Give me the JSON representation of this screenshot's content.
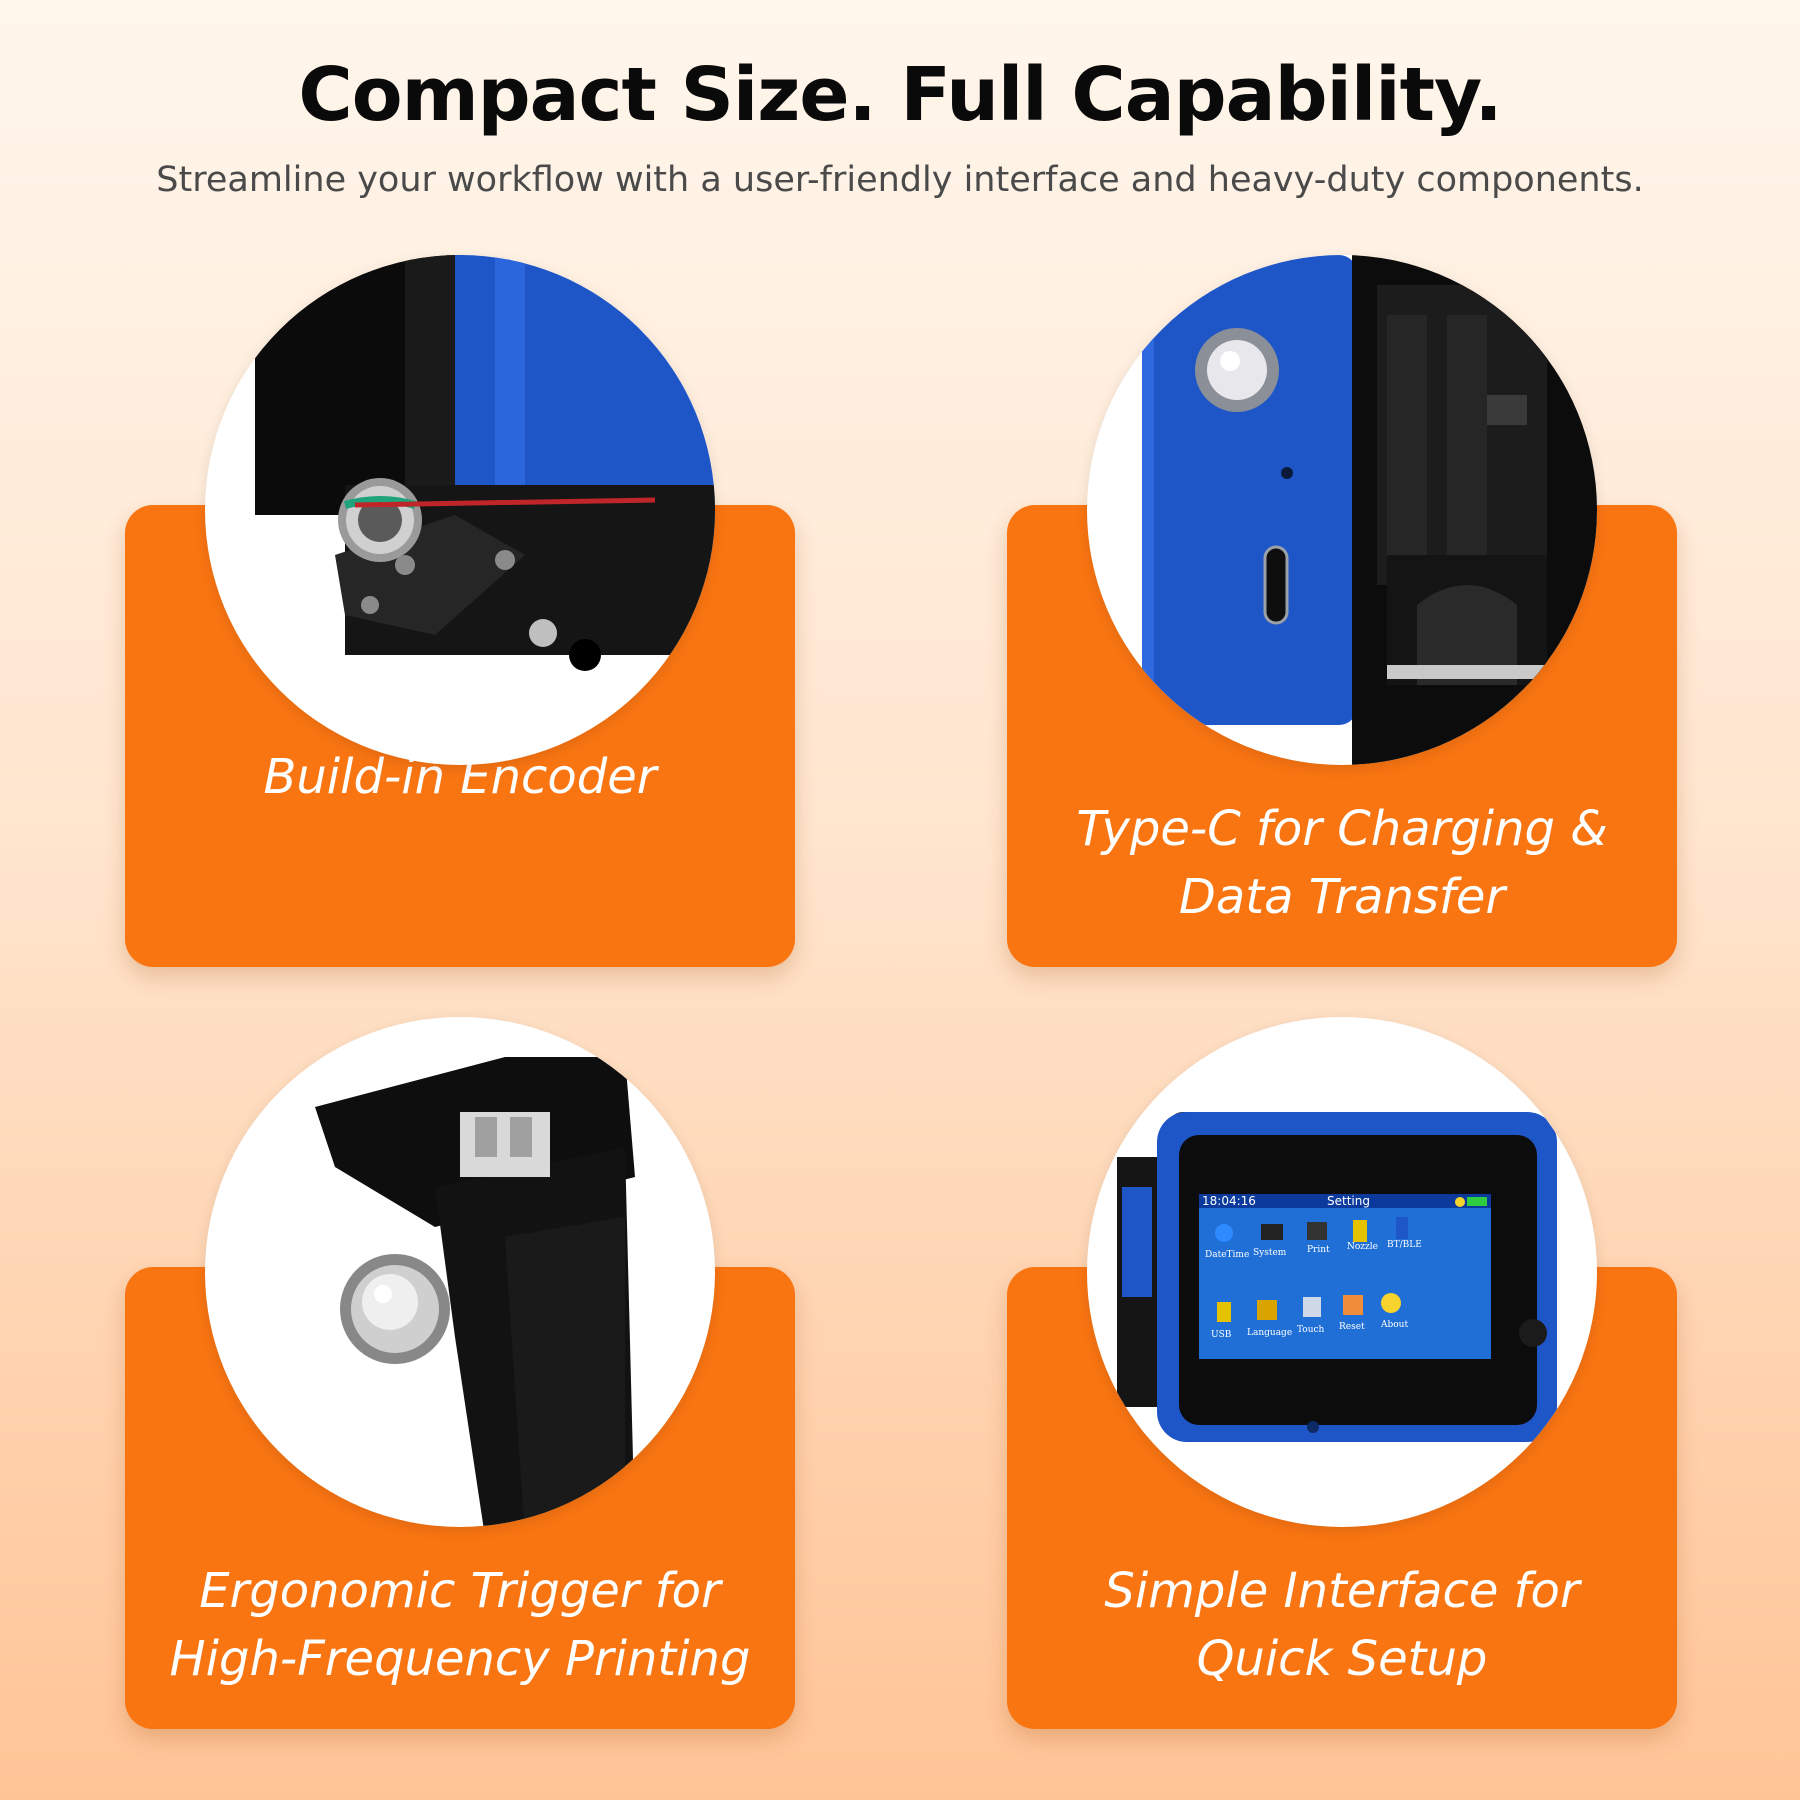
{
  "header": {
    "title": "Compact Size. Full Capability.",
    "subtitle": "Streamline your workflow with a user-friendly interface and heavy-duty components."
  },
  "features": [
    {
      "label_lines": [
        "Build-in Encoder"
      ],
      "image": "encoder-closeup"
    },
    {
      "label_lines": [
        "Type-C for Charging &",
        "Data Transfer"
      ],
      "image": "type-c-port-closeup"
    },
    {
      "label_lines": [
        "Ergonomic Trigger for",
        "High-Frequency Printing"
      ],
      "image": "trigger-handle-closeup"
    },
    {
      "label_lines": [
        "Simple Interface for",
        "Quick Setup"
      ],
      "image": "touchscreen-closeup"
    }
  ],
  "screen": {
    "time": "18:04:16",
    "title": "Setting",
    "menu": [
      "DateTime",
      "System",
      "Print",
      "Nozzle",
      "BT/BLE",
      "USB",
      "Language",
      "Touch",
      "Reset",
      "About"
    ]
  },
  "colors": {
    "card": "#f97512",
    "printer_blue": "#1f56c7",
    "title_text": "#0a0a0a",
    "subtitle_text": "#4a4a4a",
    "label_text": "#ffffff"
  }
}
